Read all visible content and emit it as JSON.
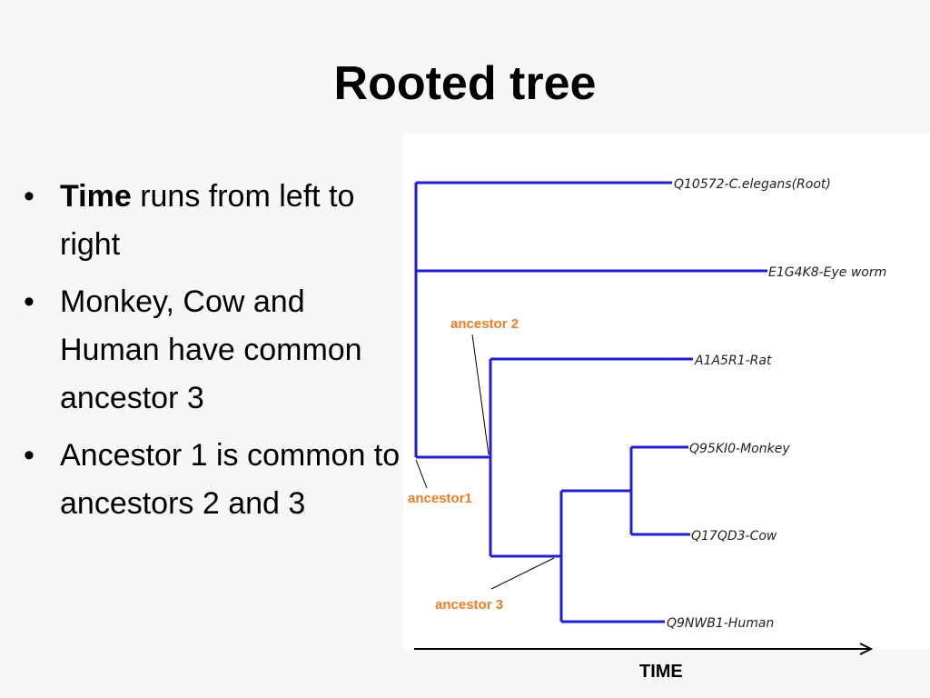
{
  "slide": {
    "title": "Rooted tree"
  },
  "bullets": [
    {
      "bold": "Time",
      "text": " runs from left to right"
    },
    {
      "bold": "",
      "text": "Monkey, Cow and Human have common ancestor 3"
    },
    {
      "bold": "",
      "text": "Ancestor 1 is common to ancestors 2 and 3"
    }
  ],
  "tree": {
    "branch_color": "#1f1fd1",
    "ancestor_color": "#f07d21",
    "leaves": [
      "Q10572-C.elegans(Root)",
      "E1G4K8-Eye worm",
      "A1A5R1-Rat",
      "Q95KI0-Monkey",
      "Q17QD3-Cow",
      "Q9NWB1-Human"
    ],
    "ancestors": [
      "ancestor 2",
      "ancestor1",
      "ancestor 3"
    ]
  },
  "axis": {
    "label": "TIME"
  }
}
